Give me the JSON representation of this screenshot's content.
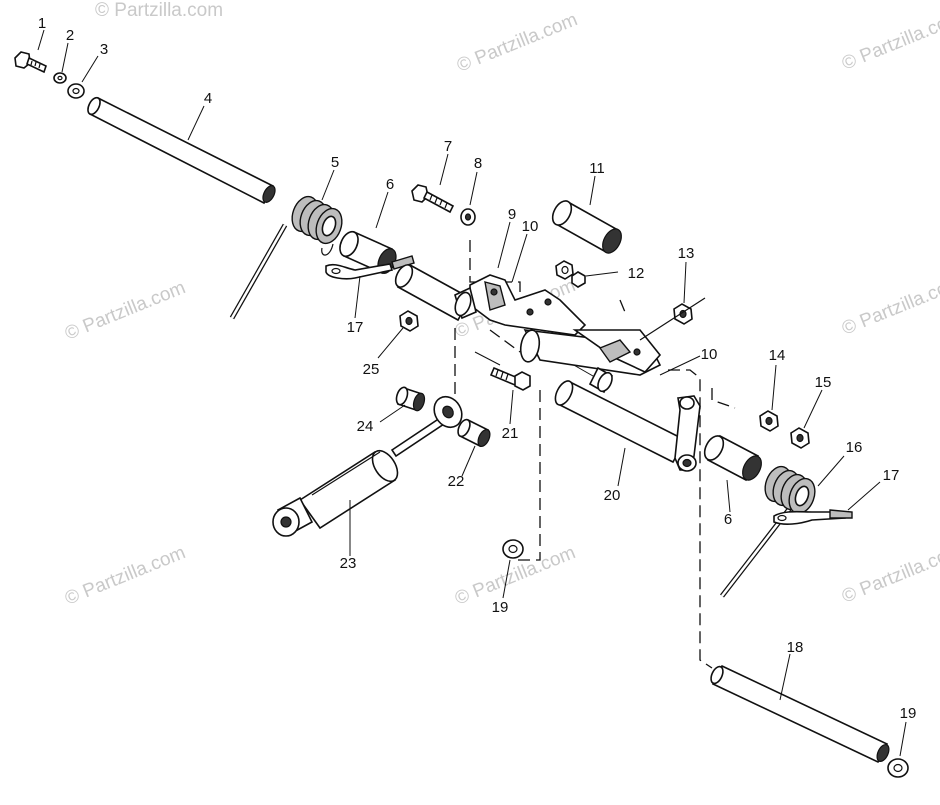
{
  "watermark": "© Partzilla.com",
  "callouts": [
    "1",
    "2",
    "3",
    "4",
    "5",
    "6",
    "6",
    "7",
    "8",
    "9",
    "10",
    "10",
    "11",
    "12",
    "13",
    "14",
    "15",
    "16",
    "17",
    "17",
    "18",
    "19",
    "19",
    "20",
    "21",
    "22",
    "23",
    "24",
    "25"
  ]
}
